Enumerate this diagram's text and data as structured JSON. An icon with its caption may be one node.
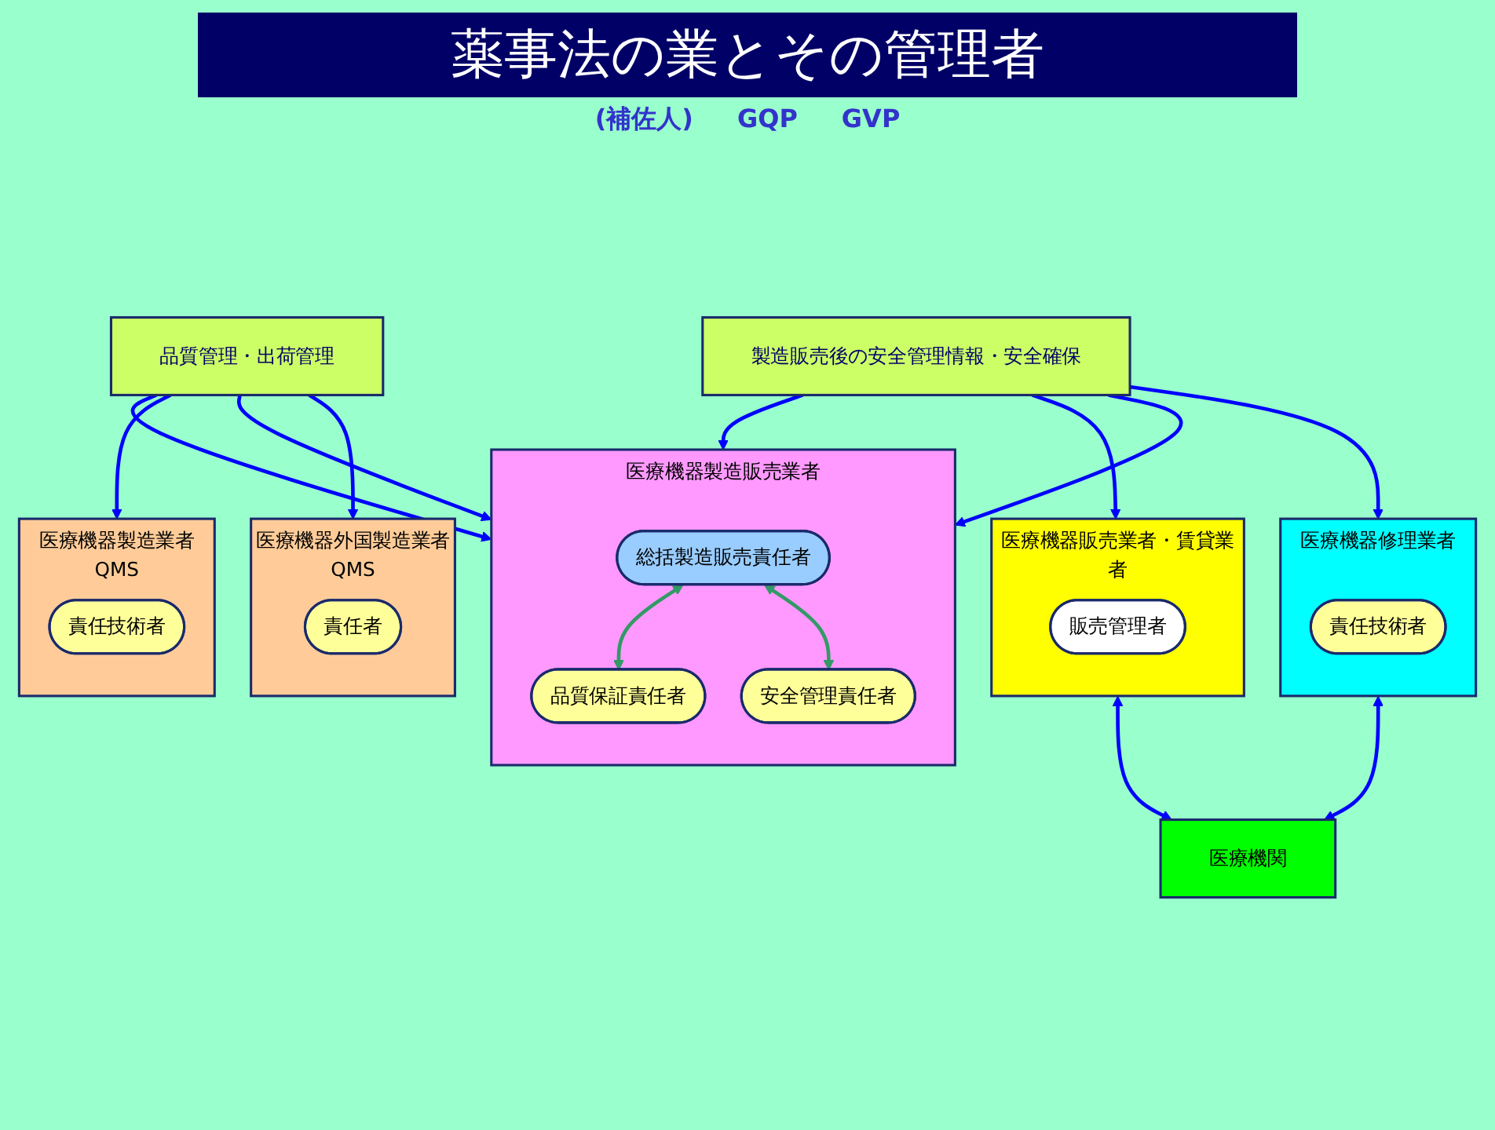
{
  "diagram": {
    "title": "薬事法の業とその管理者",
    "nodes": [
      {
        "text": [
          "医療機器製造販売業者"
        ]
      },
      {
        "text": [
          "総括製造販売責任者"
        ],
        "in": 0
      },
      {
        "text": [
          "品質保証責任者"
        ],
        "in": 0
      },
      {
        "text": [
          "安全管理責任者"
        ],
        "in": 0
      },
      {
        "text": [
          "品質管理・出荷管理"
        ]
      },
      {
        "text": [
          "製造販売後の安全管理情報・安全確保"
        ]
      },
      {
        "text": [
          "医療機器製造業者",
          "QMS"
        ]
      },
      {
        "text": [
          "責任技術者"
        ],
        "in": 6
      },
      {
        "text": [
          "医療機器外国製造業者",
          "QMS"
        ]
      },
      {
        "text": [
          "責任者"
        ],
        "in": 8
      },
      {
        "text": [
          "医療機器販売業者・賃貸業者"
        ]
      },
      {
        "text": [
          "販売管理者"
        ],
        "in": 10
      },
      {
        "text": [
          "医療機器修理業者"
        ]
      },
      {
        "text": [
          "責任技術者"
        ],
        "in": 12
      },
      {
        "text": [
          "医療機関"
        ]
      }
    ],
    "edges": [
      {
        "from": 1,
        "to": 2,
        "arrow": "both",
        "color": "#339966"
      },
      {
        "from": 1,
        "to": 3,
        "arrow": "both",
        "color": "#339966"
      },
      {
        "from": 4,
        "to": 0,
        "arrow": "to"
      },
      {
        "from": 4,
        "to": 6,
        "arrow": "to"
      },
      {
        "from": 4,
        "to": 0,
        "arrow": "to"
      },
      {
        "from": 4,
        "to": 8,
        "arrow": "to"
      },
      {
        "from": 5,
        "to": 0,
        "arrow": "to"
      },
      {
        "from": 5,
        "to": 10,
        "arrow": "to"
      },
      {
        "from": 5,
        "to": 0,
        "arrow": "to"
      },
      {
        "from": 5,
        "to": 12,
        "arrow": "to"
      },
      {
        "from": 10,
        "to": 14,
        "arrow": "both"
      },
      {
        "from": 12,
        "to": 14,
        "arrow": "both"
      }
    ],
    "labels": [
      "(補佐人)",
      "GQP",
      "GVP"
    ]
  }
}
